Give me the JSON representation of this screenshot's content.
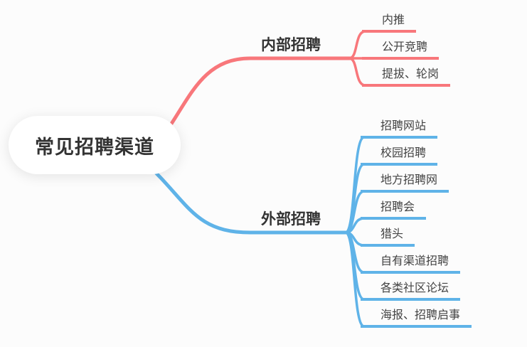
{
  "colors": {
    "background": "#fcfcfc",
    "root_fill": "#ffffff",
    "text_dark": "#333333",
    "text_child": "#434343"
  },
  "root": {
    "label": "常见招聘渠道"
  },
  "branches": [
    {
      "label": "内部招聘",
      "color": "#f8777b",
      "children": [
        "内推",
        "公开竞聘",
        "提拔、轮岗"
      ]
    },
    {
      "label": "外部招聘",
      "color": "#5fb3e8",
      "children": [
        "招聘网站",
        "校园招聘",
        "地方招聘网",
        "招聘会",
        "猎头",
        "自有渠道招聘",
        "各类社区论坛",
        "海报、招聘启事"
      ]
    }
  ]
}
